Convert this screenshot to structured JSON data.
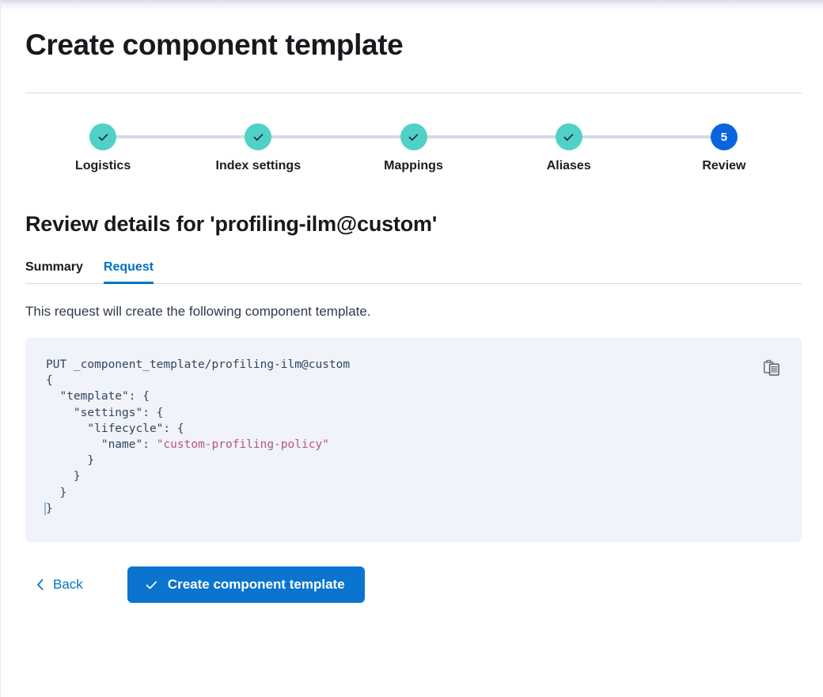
{
  "page": {
    "title": "Create component template"
  },
  "steps": {
    "items": [
      {
        "label": "Logistics",
        "state": "complete",
        "indicator": "check"
      },
      {
        "label": "Index settings",
        "state": "complete",
        "indicator": "check"
      },
      {
        "label": "Mappings",
        "state": "complete",
        "indicator": "check"
      },
      {
        "label": "Aliases",
        "state": "complete",
        "indicator": "check"
      },
      {
        "label": "Review",
        "state": "current",
        "indicator": "5"
      }
    ],
    "complete_color": "#4fd1c8",
    "current_color": "#0b64dd",
    "connector_color": "#d3dae6"
  },
  "review": {
    "heading": "Review details for 'profiling-ilm@custom'",
    "tabs": [
      {
        "label": "Summary",
        "active": false
      },
      {
        "label": "Request",
        "active": true
      }
    ],
    "active_tab_color": "#0071c2",
    "description": "This request will create the following component template."
  },
  "request": {
    "method_line": "PUT _component_template/profiling-ilm@custom",
    "body_lines": [
      "{",
      "  \"template\": {",
      "    \"settings\": {",
      "      \"lifecycle\": {",
      "        \"name\": ",
      "      }",
      "    }",
      "  }",
      "}"
    ],
    "policy_value": "\"custom-profiling-policy\"",
    "copy_icon": "copy-clipboard-icon",
    "string_color": "#b6557e",
    "background_color": "#f0f3f9"
  },
  "footer": {
    "back_label": "Back",
    "back_icon": "chevron-left-icon",
    "submit_label": "Create component template",
    "submit_icon": "check-icon",
    "submit_color": "#0b74cf"
  }
}
